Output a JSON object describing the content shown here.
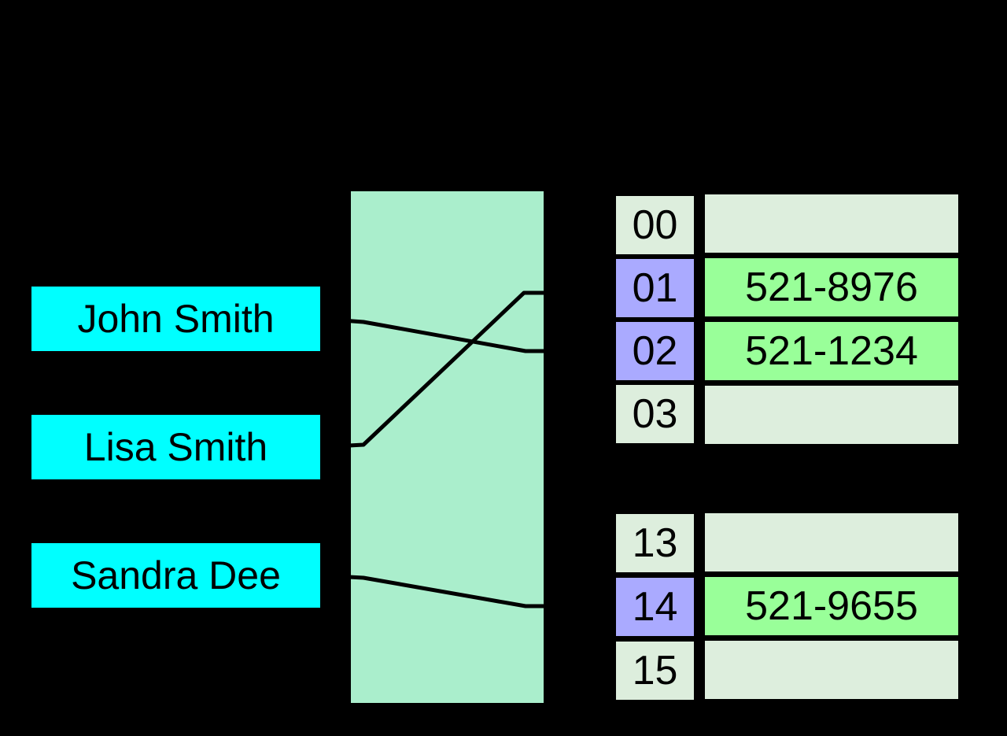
{
  "diagram": {
    "type": "hash-table-diagram",
    "description": "Keys mapped through a hash function box to numbered buckets holding phone-number values"
  },
  "keys": [
    {
      "label": "John Smith"
    },
    {
      "label": "Lisa Smith"
    },
    {
      "label": "Sandra Dee"
    }
  ],
  "buckets": [
    {
      "index": "00",
      "value": "",
      "filled": false
    },
    {
      "index": "01",
      "value": "521-8976",
      "filled": true
    },
    {
      "index": "02",
      "value": "521-1234",
      "filled": true
    },
    {
      "index": "03",
      "value": "",
      "filled": false
    },
    {
      "index": "13",
      "value": "",
      "filled": false
    },
    {
      "index": "14",
      "value": "521-9655",
      "filled": true
    },
    {
      "index": "15",
      "value": "",
      "filled": false
    }
  ],
  "mappings": [
    {
      "key": "John Smith",
      "bucket": "02"
    },
    {
      "key": "Lisa Smith",
      "bucket": "01"
    },
    {
      "key": "Sandra Dee",
      "bucket": "14"
    }
  ],
  "colors": {
    "background": "#000000",
    "key_box": "#00ffff",
    "hash_box": "#aaeecc",
    "empty_cell": "#ddeedd",
    "index_highlight": "#aaaaff",
    "value_cell": "#99ff99",
    "line": "#000000",
    "text": "#000000"
  }
}
